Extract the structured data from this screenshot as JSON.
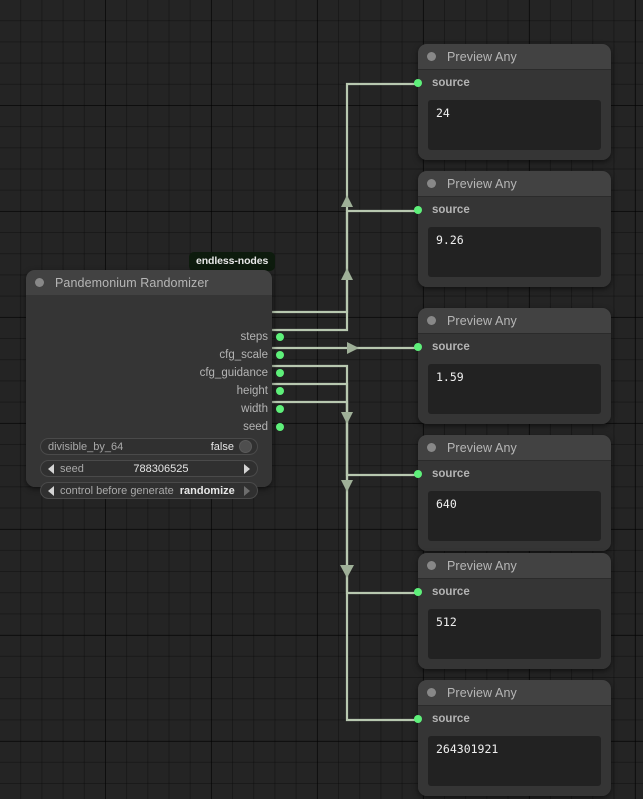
{
  "app": {
    "canvas_background": "#242424",
    "accent_port_color": "#5ef07a",
    "wire_color": "#b8c8b0"
  },
  "badge": {
    "label": "endless-nodes"
  },
  "randomizer_node": {
    "title": "Pandemonium Randomizer",
    "outputs": [
      {
        "label": "steps"
      },
      {
        "label": "cfg_scale"
      },
      {
        "label": "cfg_guidance"
      },
      {
        "label": "height"
      },
      {
        "label": "width"
      },
      {
        "label": "seed"
      }
    ],
    "widgets": [
      {
        "type": "toggle",
        "name": "divisible_by_64",
        "value": "false"
      },
      {
        "type": "number",
        "name": "seed",
        "value": "788306525",
        "left_arrow": "◀",
        "right_arrow": "▶"
      },
      {
        "type": "combo",
        "name": "control before generate",
        "value": "randomize",
        "left_arrow": "◀",
        "right_arrow": "▶"
      }
    ]
  },
  "preview_nodes": [
    {
      "title": "Preview Any",
      "input_label": "source",
      "value": "24"
    },
    {
      "title": "Preview Any",
      "input_label": "source",
      "value": "9.26"
    },
    {
      "title": "Preview Any",
      "input_label": "source",
      "value": "1.59"
    },
    {
      "title": "Preview Any",
      "input_label": "source",
      "value": "640"
    },
    {
      "title": "Preview Any",
      "input_label": "source",
      "value": "512"
    },
    {
      "title": "Preview Any",
      "input_label": "source",
      "value": "264301921"
    }
  ]
}
